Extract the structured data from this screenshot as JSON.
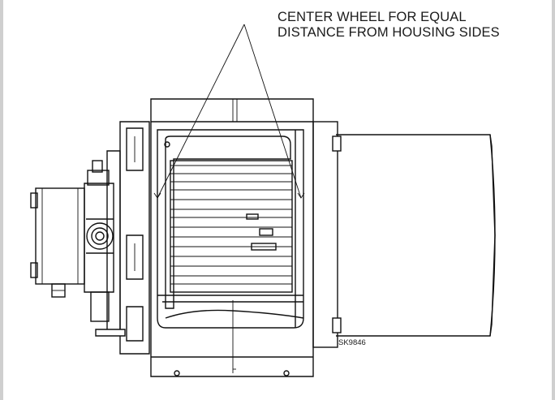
{
  "callout": {
    "line1": "CENTER WHEEL FOR EQUAL",
    "line2": "DISTANCE FROM HOUSING SIDES"
  },
  "drawing_id": "SK9846",
  "colors": {
    "frame_border": "#cfcfcf",
    "line": "#111111",
    "background": "#ffffff"
  }
}
